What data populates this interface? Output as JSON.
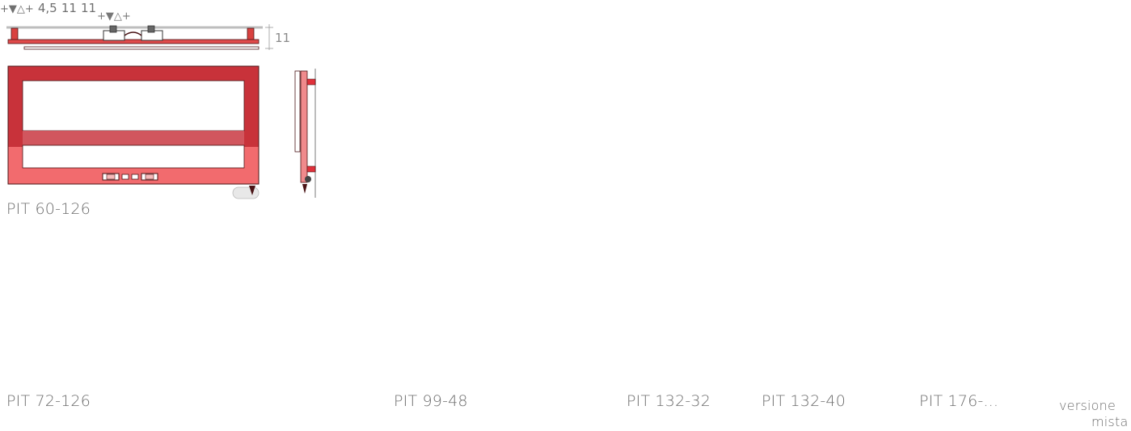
{
  "labels": {
    "pit_60_126": "PIT 60-126",
    "pit_72_126": "PIT 72-126",
    "pit_99_48": "PIT 99-48",
    "pit_132_32": "PIT 132-32",
    "pit_132_40": "PIT 132-40",
    "pit_176": "PIT 176-...",
    "versione": "versione",
    "mista": "mista"
  },
  "dimensions": {
    "d1": "11",
    "d2": "4,5",
    "d3": "11",
    "d4": "11"
  },
  "flow_symbol": "+▼△+",
  "colors": {
    "dark_red": "#c8323a",
    "mid_red": "#ee3b40",
    "light_red": "#f26b6e",
    "outline": "#4a1416",
    "wall_gray": "#bdbdbd"
  }
}
